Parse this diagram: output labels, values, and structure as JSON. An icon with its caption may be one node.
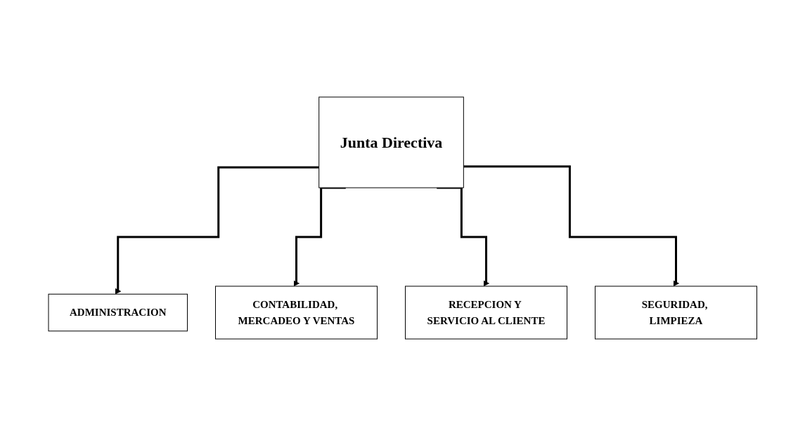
{
  "diagram": {
    "nodes": [
      {
        "text": [
          "Junta Directiva"
        ]
      },
      {
        "text": [
          "ADMINISTRACION"
        ]
      },
      {
        "text": [
          "CONTABILIDAD, MERCADEO Y VENTAS"
        ]
      },
      {
        "text": [
          "RECEPCION Y SERVICIO AL CLIENTE"
        ]
      },
      {
        "text": [
          "SEGURIDAD, LIMPIEZA"
        ]
      }
    ],
    "edges": [
      {
        "from": 0,
        "to": 1,
        "arrow": "to"
      },
      {
        "from": 0,
        "to": 2,
        "arrow": "to"
      },
      {
        "from": 0,
        "to": 3,
        "arrow": "to"
      },
      {
        "from": 0,
        "to": 4,
        "arrow": "to"
      }
    ]
  }
}
